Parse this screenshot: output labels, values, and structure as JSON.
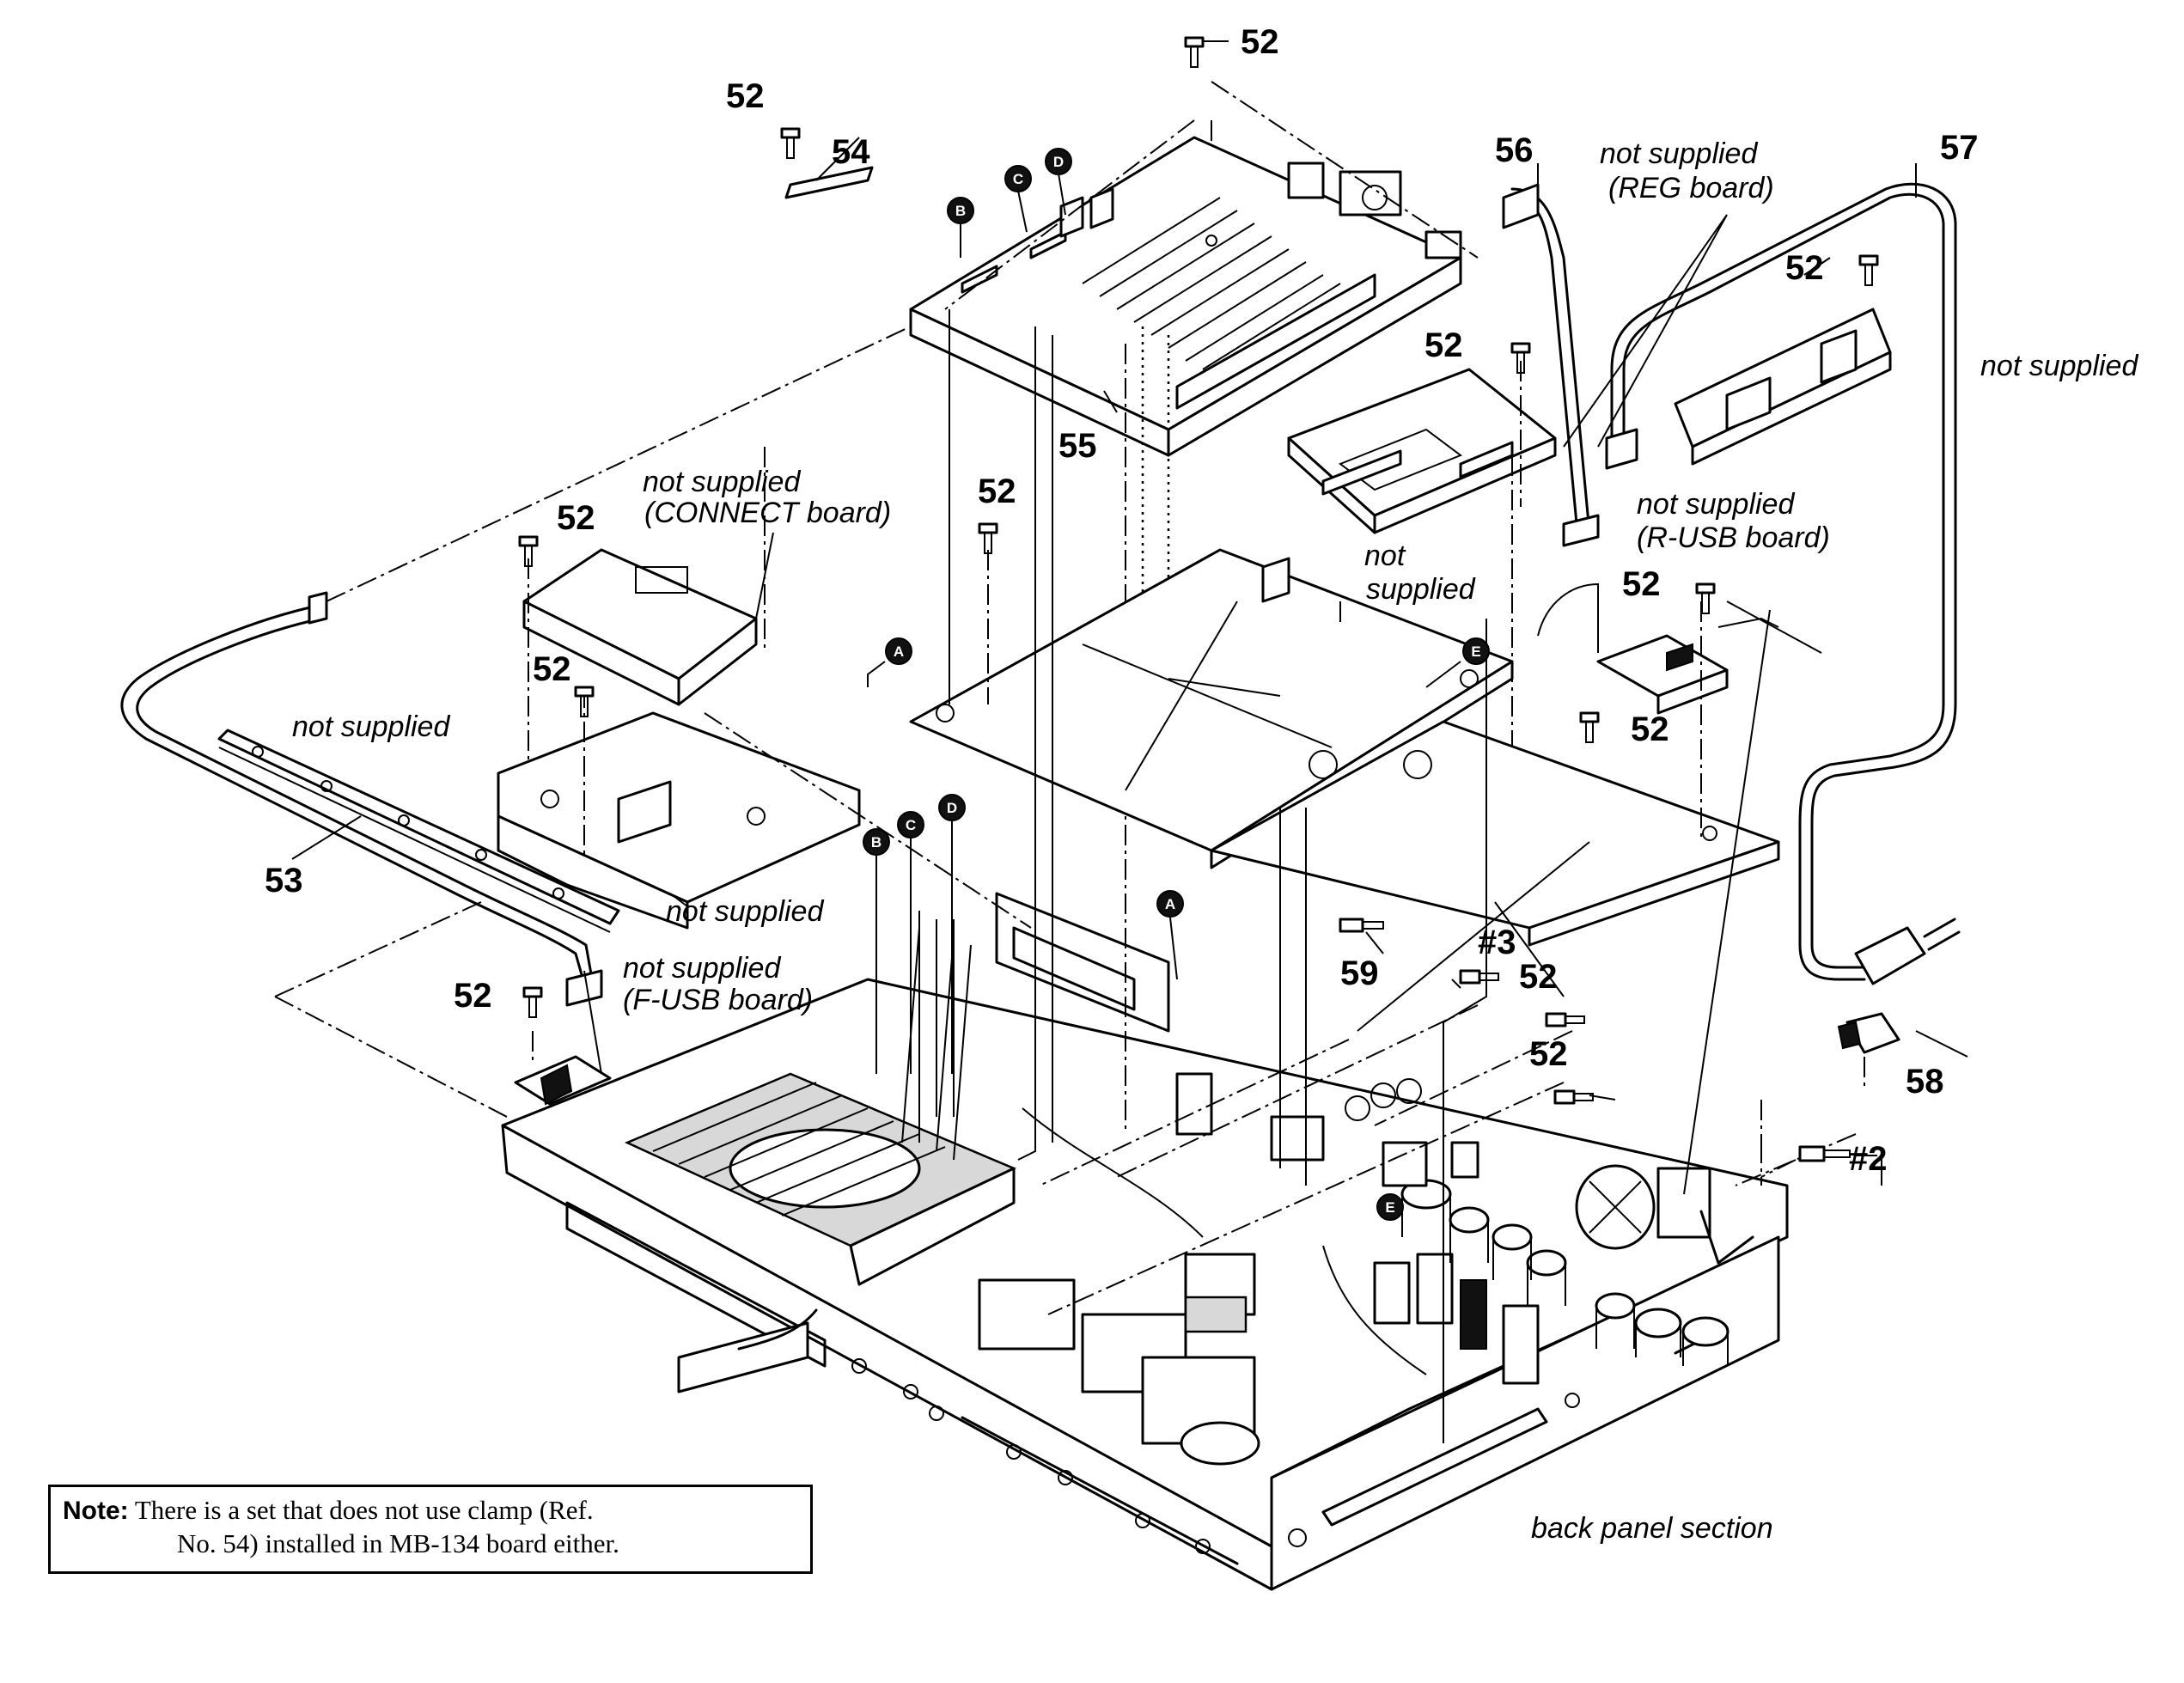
{
  "diagram": {
    "refs": {
      "r52_top": "52",
      "r52_clamp": "52",
      "r52_connect": "52",
      "r52_lower": "52",
      "r52_plate": "52",
      "r52_reg": "52",
      "r52_right": "52",
      "r52_rusb": "52",
      "r52_mid": "52",
      "r52_fusb": "52",
      "r52_back1": "52",
      "r52_back2": "52",
      "r53": "53",
      "r54": "54",
      "r55": "55",
      "r56": "56",
      "r57": "57",
      "r58": "58",
      "r59": "59",
      "rh3": "#3",
      "rh2": "#2"
    },
    "labels": {
      "not_supplied_reg_1": "not supplied",
      "not_supplied_reg_2": "(REG board)",
      "not_supplied_right": "not supplied",
      "not_supplied_connect_1": "not supplied",
      "not_supplied_connect_2": "(CONNECT board)",
      "not_supplied_plate_1": "not",
      "not_supplied_plate_2": "supplied",
      "not_supplied_rusb_1": "not supplied",
      "not_supplied_rusb_2": "(R-USB board)",
      "not_supplied_bar": "not supplied",
      "not_supplied_bracket": "not supplied",
      "not_supplied_fusb_1": "not supplied",
      "not_supplied_fusb_2": "(F-USB board)",
      "back_panel_section": "back panel section"
    },
    "markers": {
      "A1": "A",
      "A2": "A",
      "B1": "B",
      "B2": "B",
      "C1": "C",
      "C2": "C",
      "D1": "D",
      "D2": "D",
      "E1": "E",
      "E2": "E"
    }
  },
  "note": {
    "title": "Note:",
    "line1": "There is a set that does not use clamp (Ref.",
    "line2": "No. 54) installed in MB-134 board either."
  }
}
